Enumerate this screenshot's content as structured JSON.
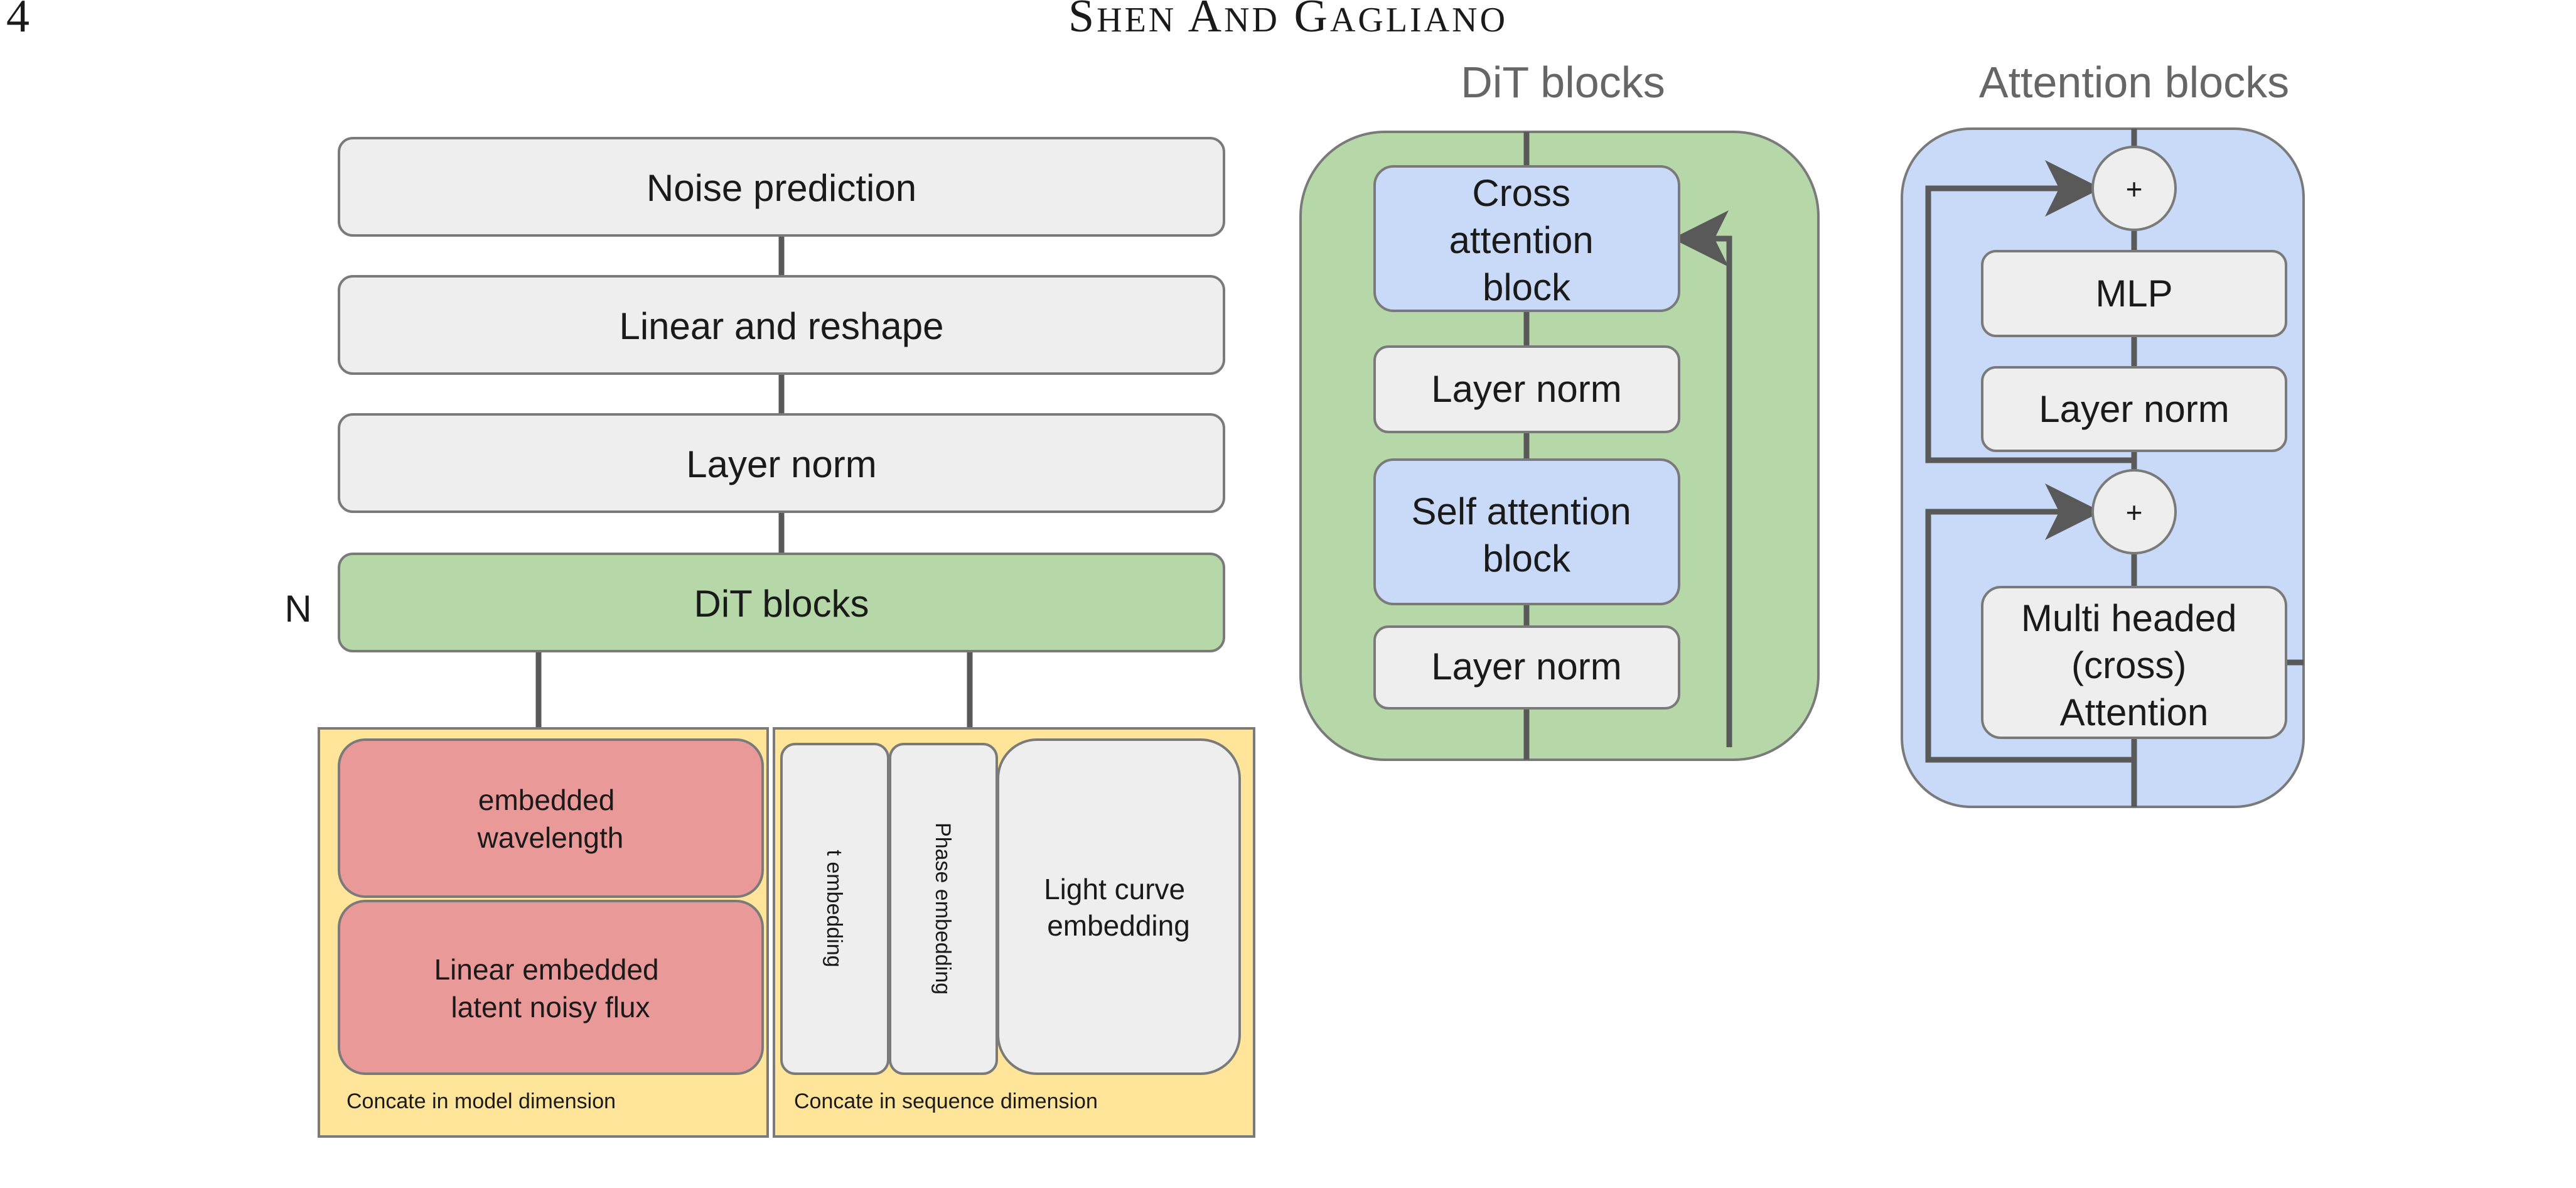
{
  "header": {
    "page_number": "4",
    "running_title": "Shen and Gagliano"
  },
  "main": {
    "n_label": "N",
    "stack": [
      "Noise prediction",
      "Linear and reshape",
      "Layer norm",
      "DiT blocks"
    ],
    "left_group": {
      "embedded_wavelength": [
        "embedded",
        "wavelength"
      ],
      "latent_flux": [
        "Linear embedded",
        "latent noisy flux"
      ],
      "caption": "Concate in model dimension"
    },
    "right_group": {
      "t_embedding": "t embedding",
      "phase_embedding": "Phase embedding",
      "light_curve": [
        "Light curve",
        "embedding"
      ],
      "caption": "Concate in sequence dimension"
    }
  },
  "dit_panel": {
    "title": "DiT blocks",
    "cross_attention": [
      "Cross",
      "attention",
      "block"
    ],
    "layer_norm_top": "Layer norm",
    "self_attention": [
      "Self attention",
      "block"
    ],
    "layer_norm_bottom": "Layer norm"
  },
  "attention_panel": {
    "title": "Attention blocks",
    "plus_top": "+",
    "mlp": "MLP",
    "layer_norm": "Layer norm",
    "plus_bottom": "+",
    "mha": [
      "Multi headed",
      "(cross)",
      "Attention"
    ]
  }
}
